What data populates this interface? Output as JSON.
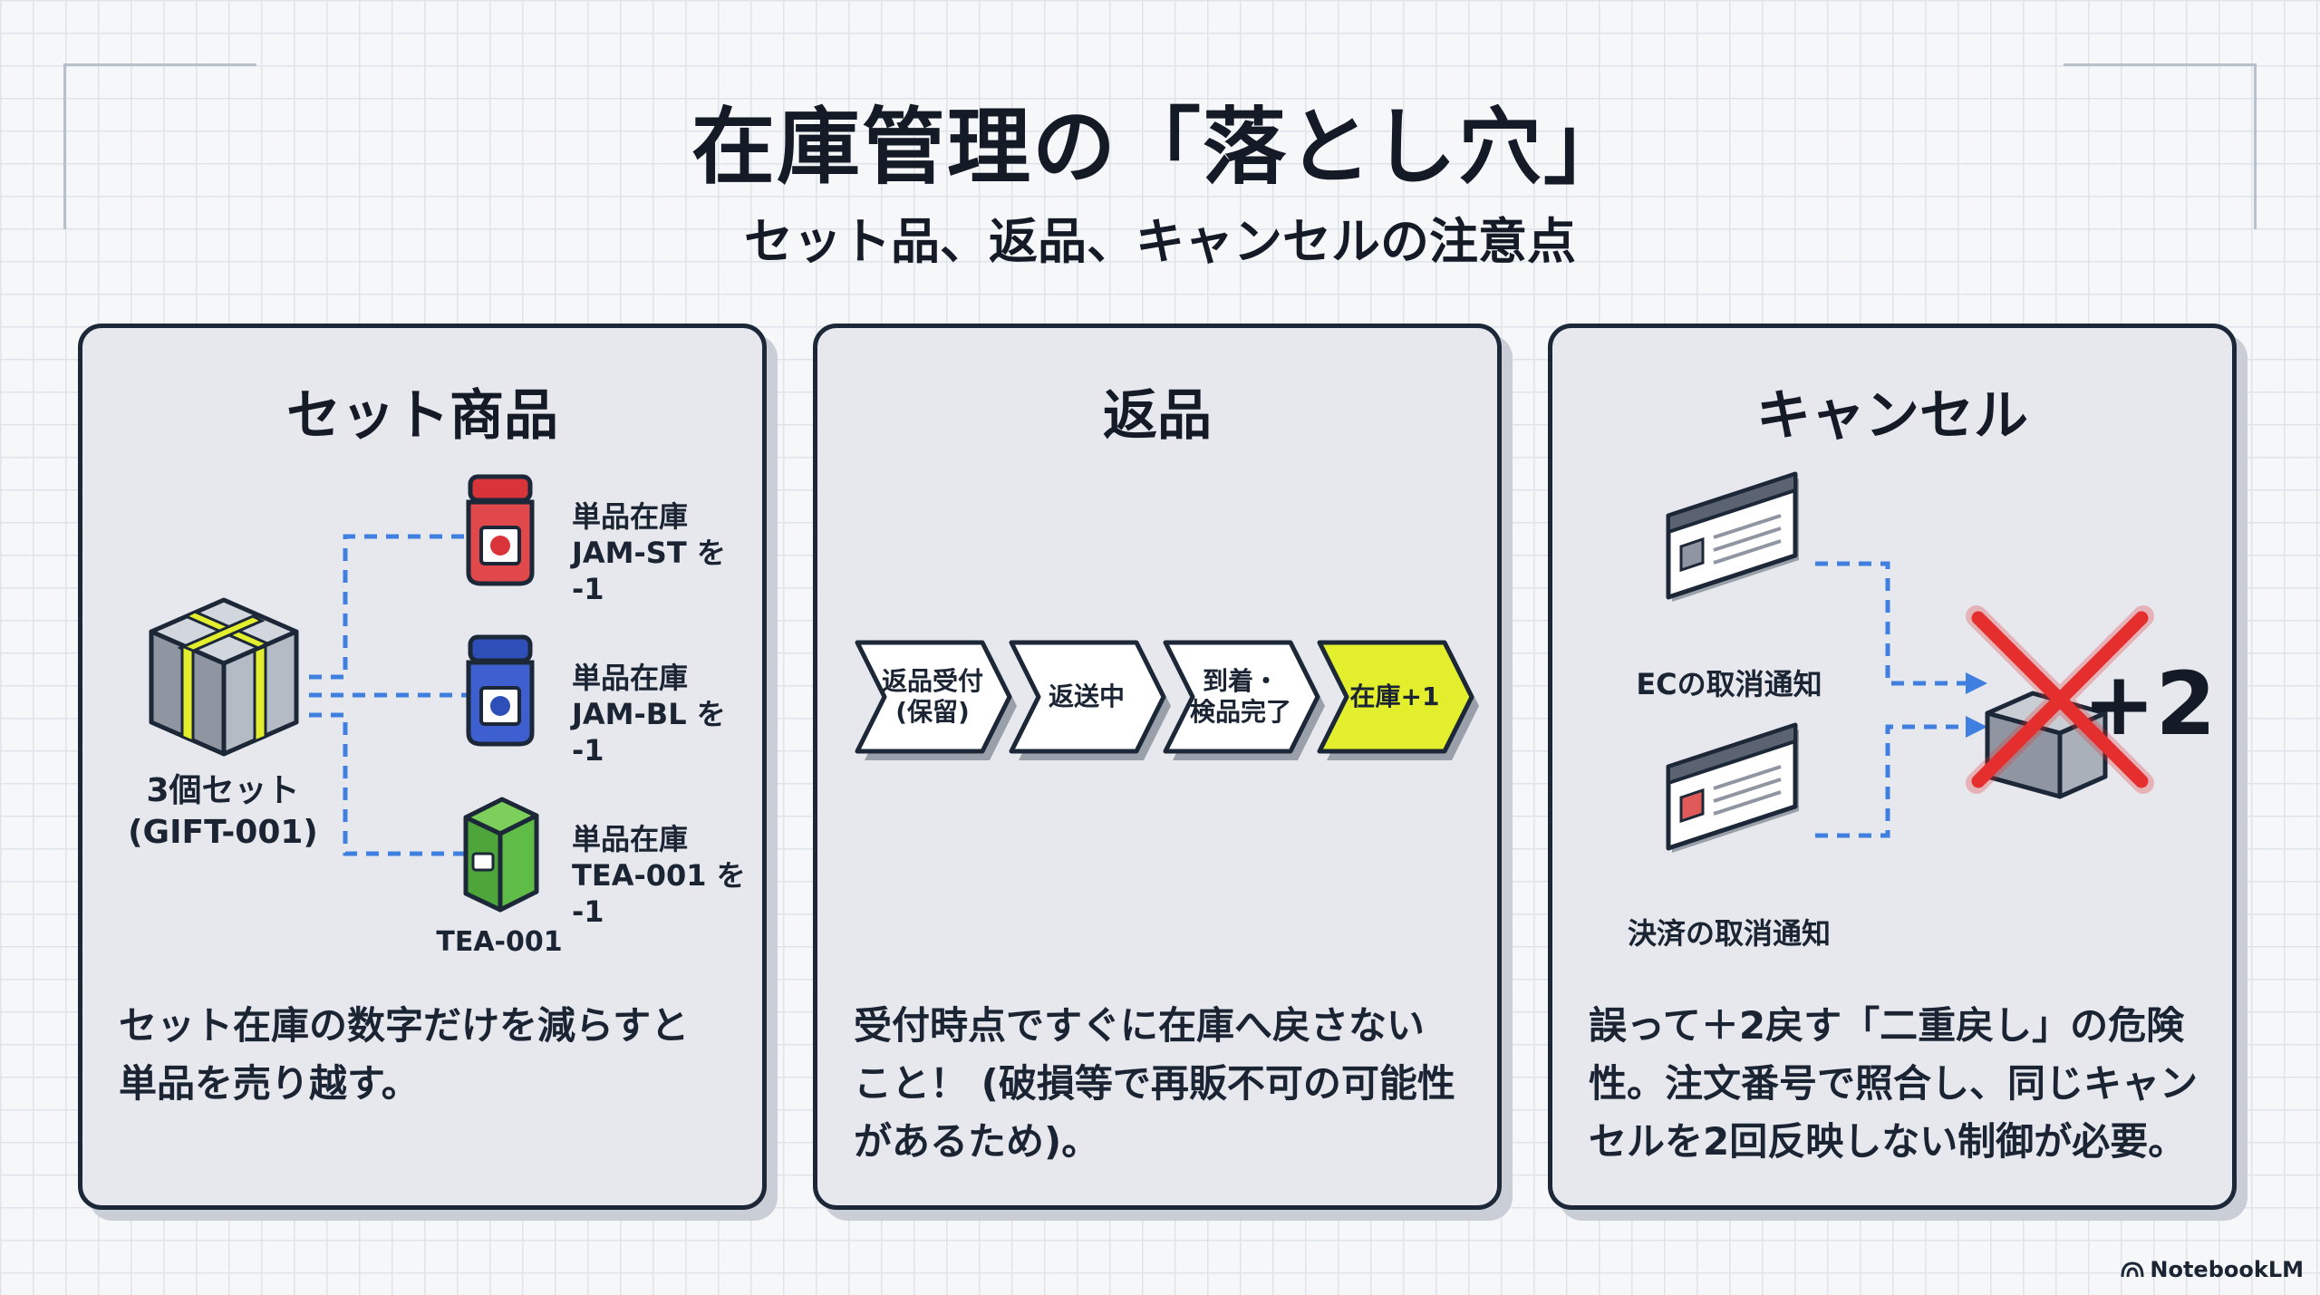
{
  "title": "在庫管理の「落とし穴」",
  "subtitle": "セット品、返品、キャンセルの注意点",
  "panels": {
    "set": {
      "title": "セット商品",
      "gift_label": [
        "3個セット",
        "(GIFT-001)"
      ],
      "items": [
        {
          "lines": [
            "単品在庫",
            "JAM-ST を -1"
          ],
          "icon": "strawberry-jam-jar-icon"
        },
        {
          "lines": [
            "単品在庫",
            "JAM-BL を -1"
          ],
          "icon": "blueberry-jam-jar-icon"
        },
        {
          "lines": [
            "単品在庫",
            "TEA-001 を -1"
          ],
          "icon": "tea-box-icon"
        }
      ],
      "tea_caption": "TEA-001",
      "note": [
        "セット在庫の数字だけを減らすと",
        "単品を売り越す。"
      ]
    },
    "return": {
      "title": "返品",
      "steps": [
        {
          "lines": [
            "返品受付",
            "(保留)"
          ]
        },
        {
          "lines": [
            "返送中"
          ]
        },
        {
          "lines": [
            "到着・",
            "検品完了"
          ]
        },
        {
          "lines": [
            "在庫+1"
          ]
        }
      ],
      "note": [
        "受付時点ですぐに在庫へ戻さない",
        "こと！ (破損等で再販不可の可能性",
        "があるため)。"
      ]
    },
    "cancel": {
      "title": "キャンセル",
      "ec_label": "ECの取消通知",
      "payment_label": "決済の取消通知",
      "result": "+2",
      "note": [
        "誤って＋2戻す「二重戻し」の危険",
        "性。注文番号で照合し、同じキャン",
        "セルを2回反映しない制御が必要。"
      ]
    }
  },
  "watermark": "NotebookLM",
  "colors": {
    "accent_yellow": "#e3ef2c",
    "arrow_blue": "#3f7fe0",
    "danger_red": "#e52f2f",
    "ink": "#1c2738",
    "panel_bg": "#e6e8ed"
  }
}
